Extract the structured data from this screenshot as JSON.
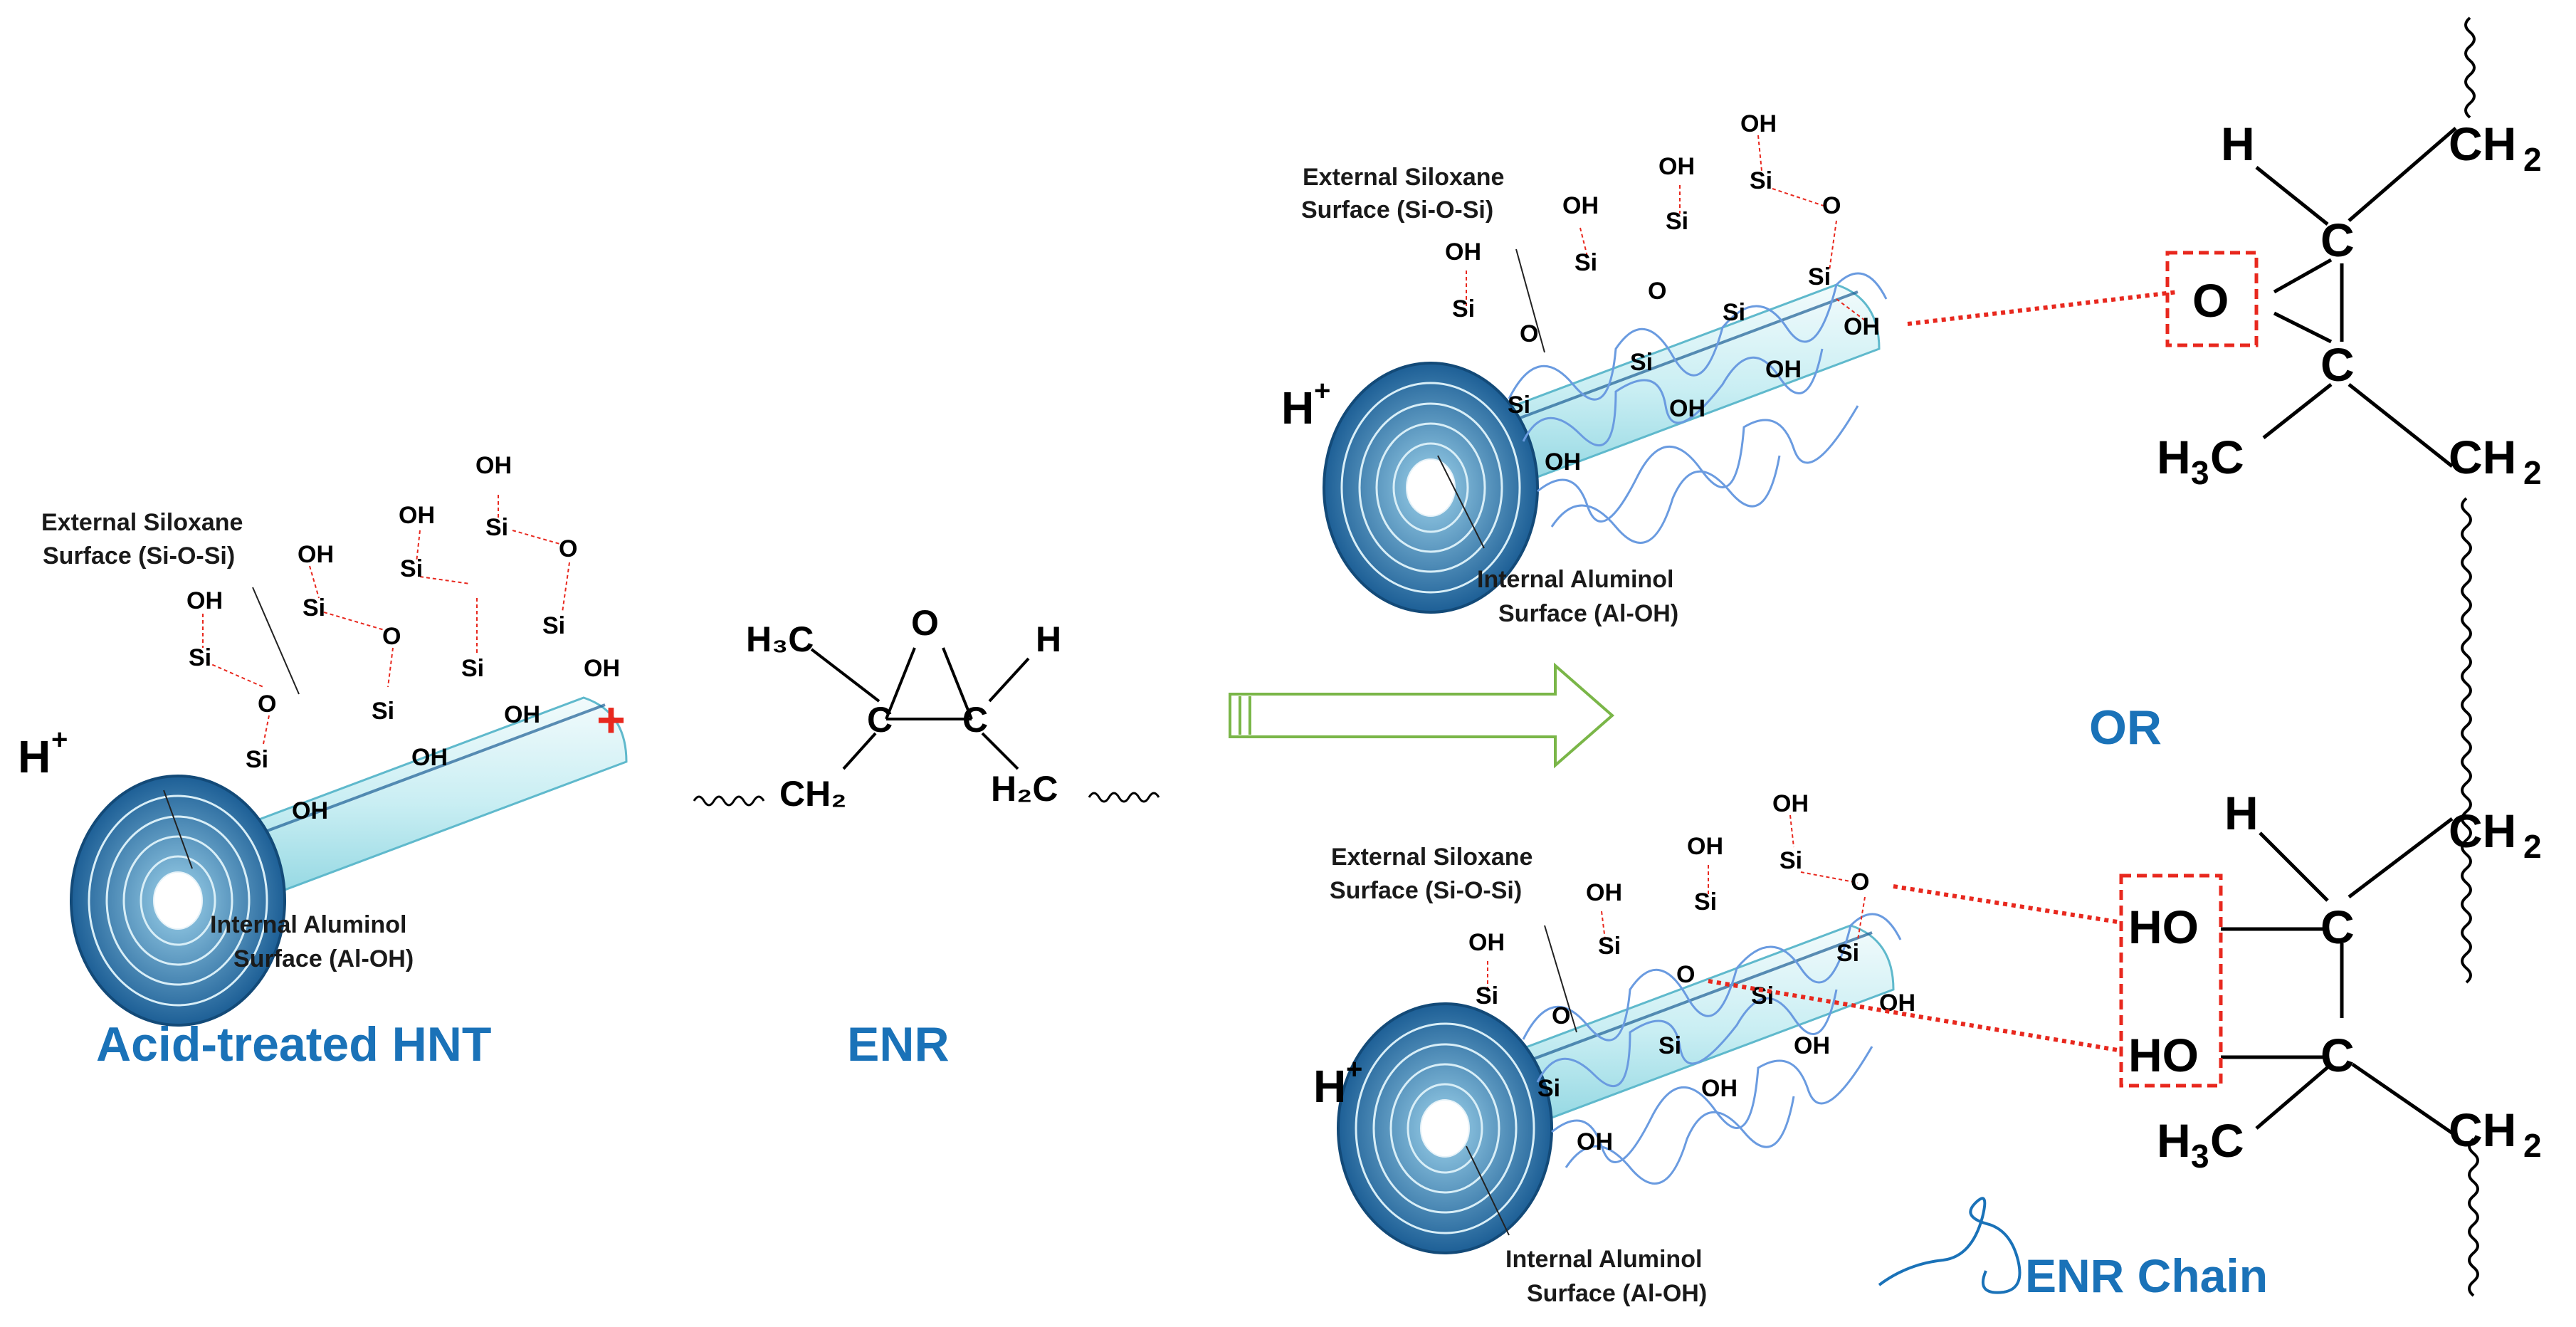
{
  "colors": {
    "accent_blue": "#1a72b8",
    "tube_light": "#d7f2f6",
    "tube_mid": "#a6e0ea",
    "tube_dark": "#1d5f96",
    "hbond_red": "#e8281e",
    "arrow_green": "#7ab648",
    "plus_red": "#e8281e"
  },
  "left": {
    "title": "Acid-treated HNT",
    "external_label_line1": "External Siloxane",
    "external_label_line2": "Surface (Si-O-Si)",
    "internal_label_line1": "Internal Aluminol",
    "internal_label_line2": "Surface (Al-OH)",
    "proton": "H",
    "proton_charge": "+",
    "plus_sign": "+",
    "atoms": {
      "oh": "OH",
      "si": "Si",
      "o": "O"
    }
  },
  "enr_molecule": {
    "title": "ENR",
    "h3c": "H₃C",
    "o": "O",
    "h": "H",
    "c": "C",
    "ch2": "CH₂",
    "h2c": "H₂C"
  },
  "right_top": {
    "external_label_line1": "External Siloxane",
    "external_label_line2": "Surface (Si-O-Si)",
    "internal_label_line1": "Internal Aluminol",
    "internal_label_line2": "Surface (Al-OH)",
    "proton": "H",
    "proton_charge": "+"
  },
  "right_bottom": {
    "external_label_line1": "External Siloxane",
    "external_label_line2": "Surface (Si-O-Si)",
    "internal_label_line1": "Internal Aluminol",
    "internal_label_line2": "Surface (Al-OH)",
    "proton": "H",
    "proton_charge": "+"
  },
  "or_label": "OR",
  "chain": {
    "h_top": "H",
    "ch2_1": "CH",
    "ch2_1_sub": "2",
    "c": "C",
    "o": "O",
    "h3c_1": "H",
    "h3c_1_sub": "3",
    "h3c_1_c": "C",
    "ch2_2": "CH",
    "ch2_2_sub": "2",
    "h_mid": "H",
    "ch2_3": "CH",
    "ch2_3_sub": "2",
    "ho_1": "HO",
    "ho_2": "HO",
    "h3c_2": "H",
    "h3c_2_sub": "3",
    "h3c_2_c": "C",
    "ch2_4": "CH",
    "ch2_4_sub": "2"
  },
  "legend": {
    "label": "ENR Chain"
  }
}
